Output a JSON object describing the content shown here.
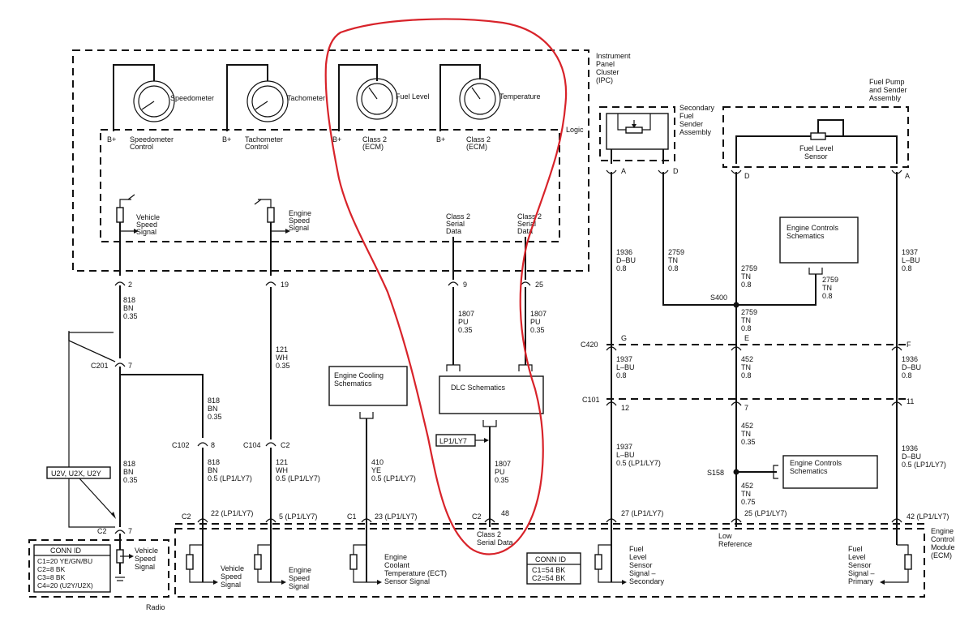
{
  "ipc": {
    "title": [
      "Instrument",
      "Panel",
      "Cluster",
      "(IPC)"
    ],
    "logic": "Logic",
    "gauges": [
      {
        "name": "Speedometer",
        "bplus": "B+",
        "control": [
          "Speedometer",
          "Control"
        ]
      },
      {
        "name": "Tachometer",
        "bplus": "B+",
        "control": [
          "Tachometer",
          "Control"
        ]
      },
      {
        "name": "Fuel Level",
        "bplus": "B+",
        "control": [
          "Class 2",
          "(ECM)"
        ]
      },
      {
        "name": "Temperature",
        "bplus": "B+",
        "control": [
          "Class 2",
          "(ECM)"
        ]
      }
    ],
    "signals": {
      "vehicle_speed": [
        "Vehicle",
        "Speed",
        "Signal"
      ],
      "engine_speed": [
        "Engine",
        "Speed",
        "Signal"
      ],
      "class2_a": [
        "Class 2",
        "Serial",
        "Data"
      ],
      "class2_b": [
        "Class 2",
        "Serial",
        "Data"
      ]
    },
    "pins": {
      "p1": "2",
      "p2": "19",
      "p3": "9",
      "p4": "25"
    }
  },
  "wires": {
    "w818a": [
      "818",
      "BN",
      "0.35"
    ],
    "w121a": [
      "121",
      "WH",
      "0.35"
    ],
    "w1807a": [
      "1807",
      "PU",
      "0.35"
    ],
    "w1807b": [
      "1807",
      "PU",
      "0.35"
    ],
    "w818b": [
      "818",
      "BN",
      "0.35"
    ],
    "w818c": [
      "818",
      "BN",
      "0.5 (LP1/LY7)"
    ],
    "w121b": [
      "121",
      "WH",
      "0.5 (LP1/LY7)"
    ],
    "w410": [
      "410",
      "YE",
      "0.5 (LP1/LY7)"
    ],
    "w1807c": [
      "1807",
      "PU",
      "0.35"
    ],
    "w818d": [
      "818",
      "BN",
      "0.35"
    ],
    "w1936a": [
      "1936",
      "D–BU",
      "0.8"
    ],
    "w2759a": [
      "2759",
      "TN",
      "0.8"
    ],
    "w2759b": [
      "2759",
      "TN",
      "0.8"
    ],
    "w2759c": [
      "2759",
      "TN",
      "0.8"
    ],
    "w2759d": [
      "2759",
      "TN",
      "0.8"
    ],
    "w1937a": [
      "1937",
      "L–BU",
      "0.8"
    ],
    "w1937b": [
      "1937",
      "L–BU",
      "0.8"
    ],
    "w452a": [
      "452",
      "TN",
      "0.8"
    ],
    "w1936b": [
      "1936",
      "D–BU",
      "0.8"
    ],
    "w1937c": [
      "1937",
      "L–BU",
      "0.5 (LP1/LY7)"
    ],
    "w452b": [
      "452",
      "TN",
      "0.35"
    ],
    "w452c": [
      "452",
      "TN",
      "0.75"
    ],
    "w1936c": [
      "1936",
      "D–BU",
      "0.5 (LP1/LY7)"
    ]
  },
  "connectors": {
    "c201": "C201",
    "c201_pin": "7",
    "c102": "C102",
    "c102_pin": "8",
    "c104": "C104",
    "c104_pin": "C2",
    "c420": "C420",
    "c101": "C101",
    "c420_g": "G",
    "c420_e": "E",
    "c420_f": "F",
    "c101_12": "12",
    "c101_7": "7",
    "c101_11": "11",
    "s400": "S400",
    "s158": "S158",
    "sec_a": "A",
    "sec_d": "D",
    "fp_d": "D",
    "fp_a": "A",
    "radio_c2": "C2",
    "radio_c2_pin": "7",
    "ecm_c2_22": "C2",
    "ecm_22": "22 (LP1/LY7)",
    "ecm_5": "5 (LP1/LY7)",
    "ecm_c1": "C1",
    "ecm_23": "23 (LP1/LY7)",
    "ecm_c2_48": "C2",
    "ecm_48": "48",
    "ecm_27": "27 (LP1/LY7)",
    "ecm_25": "25 (LP1/LY7)",
    "ecm_42": "42 (LP1/LY7)"
  },
  "boxes": {
    "engine_cooling": [
      "Engine Cooling",
      "Schematics"
    ],
    "dlc": "DLC Schematics",
    "engine_controls_1": [
      "Engine Controls",
      "Schematics"
    ],
    "engine_controls_2": [
      "Engine Controls",
      "Schematics"
    ],
    "lp1": "LP1/LY7",
    "u2v": "U2V, U2X, U2Y"
  },
  "secondary_sender": [
    "Secondary",
    "Fuel",
    "Sender",
    "Assembly"
  ],
  "fuel_pump": {
    "title": [
      "Fuel Pump",
      "and Sender",
      "Assembly"
    ],
    "sensor": [
      "Fuel Level",
      "Sensor"
    ]
  },
  "ecm": {
    "title": [
      "Engine",
      "Control",
      "Module",
      "(ECM)"
    ],
    "signals": {
      "vss": [
        "Vehicle",
        "Speed",
        "Signal"
      ],
      "ess": [
        "Engine",
        "Speed",
        "Signal"
      ],
      "ect": [
        "Engine",
        "Coolant",
        "Temperature (ECT)",
        "Sensor Signal"
      ],
      "class2": [
        "Class 2",
        "Serial Data"
      ],
      "fls_sec": [
        "Fuel",
        "Level",
        "Sensor",
        "Signal –",
        "Secondary"
      ],
      "low_ref": [
        "Low",
        "Reference"
      ],
      "fls_pri": [
        "Fuel",
        "Level",
        "Sensor",
        "Signal –",
        "Primary"
      ]
    },
    "conn_id": {
      "title": "CONN ID",
      "rows": [
        "C1=54 BK",
        "C2=54 BK"
      ]
    }
  },
  "radio": {
    "label": "Radio",
    "signal": [
      "Vehicle",
      "Speed",
      "Signal"
    ],
    "conn_id": {
      "title": "CONN ID",
      "rows": [
        "C1=20 YE/GN/BU",
        "C2=8 BK",
        "C3=8 BK",
        "C4=20 (U2Y/U2X)"
      ]
    }
  },
  "colors": {
    "line": "#111111",
    "annotation": "#d8232a"
  }
}
